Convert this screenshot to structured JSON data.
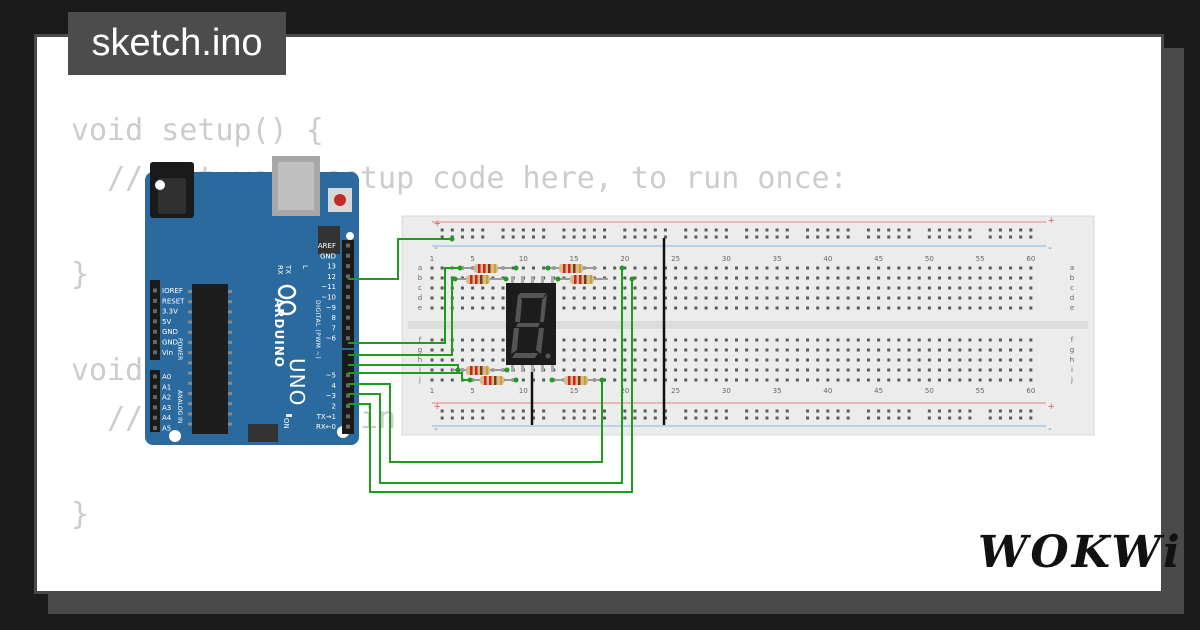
{
  "header": {
    "title": "sketch.ino"
  },
  "code": {
    "lines": [
      "void setup() {",
      "  // put your setup code here, to run once:",
      "",
      "}",
      "",
      "void loop() {",
      "  // put your main code here, to run repeatedly:",
      "",
      "}"
    ]
  },
  "board": {
    "logo": "ARDUINO",
    "model": "UNO",
    "on_label": "ON",
    "tx_label": "TX",
    "rx_label": "RX",
    "l_label": "L",
    "digital_label": "DIGITAL (PWM ~)",
    "power_label": "POWER",
    "analog_label": "ANALOG IN",
    "digital_pins": [
      "AREF",
      "GND",
      "13",
      "12",
      "~11",
      "~10",
      "~9",
      "8",
      "7",
      "~6",
      "~5",
      "4",
      "~3",
      "2",
      "TX→1",
      "RX←0"
    ],
    "power_pins": [
      "IOREF",
      "RESET",
      "3.3V",
      "5V",
      "GND",
      "GND",
      "Vin"
    ],
    "analog_pins": [
      "A0",
      "A1",
      "A2",
      "A3",
      "A4",
      "A5"
    ]
  },
  "breadboard": {
    "column_numbers": [
      "1",
      "5",
      "10",
      "15",
      "20",
      "25",
      "30",
      "35",
      "40",
      "45",
      "50",
      "55",
      "60"
    ],
    "rows_top": [
      "a",
      "b",
      "c",
      "d",
      "e"
    ],
    "rows_bottom": [
      "f",
      "g",
      "h",
      "i",
      "j"
    ],
    "plus_label": "+",
    "minus_label": "-"
  },
  "display": {
    "digit": "8"
  },
  "brand": {
    "logo": "WOKWi"
  },
  "colors": {
    "board": "#2a6a9e",
    "wire": "#1e9c1e",
    "breadboard": "#ececec",
    "segment_off": "#555555",
    "display_body": "#1c1c1c"
  }
}
